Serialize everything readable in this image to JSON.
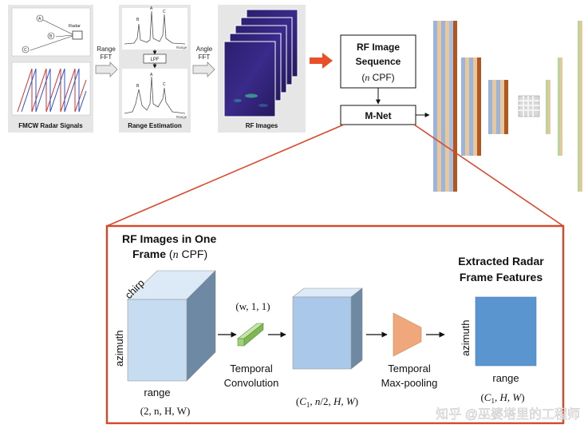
{
  "top": {
    "fmcw_panel": {
      "label": "FMCW Radar Signals",
      "points": [
        "A",
        "B",
        "C"
      ],
      "radar_label": "Radar"
    },
    "range_fft_label": [
      "Range",
      "FFT"
    ],
    "range_panel": {
      "label": "Range Estimation",
      "peaks": [
        "B",
        "A",
        "C"
      ],
      "axis_label": "Range",
      "lpf_label": "LPF"
    },
    "angle_fft_label": [
      "Angle",
      "FFT"
    ],
    "rf_images_label": "RF Images",
    "rf_sequence": {
      "line1": "RF Image",
      "line2": "Sequence",
      "line3_italic": "n",
      "line3_rest": " CPF)",
      "line3_open": "("
    },
    "mnet_label": "M-Net"
  },
  "detail": {
    "title_line1": "RF Images in One",
    "title_line2_bold": "Frame",
    "title_line2_paren_open": " (",
    "title_line2_italic": "n",
    "title_line2_rest": " CPF)",
    "chirp": "chirp",
    "azimuth": "azimuth",
    "range": "range",
    "input_shape": "(2, n, H, W)",
    "kernel_shape": "(w, 1, 1)",
    "temporal_conv": [
      "Temporal",
      "Convolution"
    ],
    "mid_shape": "(C1, n/2, H, W)",
    "temporal_pool": [
      "Temporal",
      "Max-pooling"
    ],
    "out_title": [
      "Extracted Radar",
      "Frame Features"
    ],
    "out_azimuth": "azimuth",
    "out_range": "range",
    "out_shape": "(C1, H, W)"
  },
  "watermark": "知乎 @巫婆塔里的工程师",
  "colors": {
    "frame_red": "#d9472b",
    "arrow_orange": "#e8502a",
    "cube_front": "#c6dcf0",
    "cube_side": "#6e89a3",
    "feature_blue": "#5b95d0",
    "kernel_green": "#9bd27a",
    "pool_orange": "#f0a77c"
  }
}
